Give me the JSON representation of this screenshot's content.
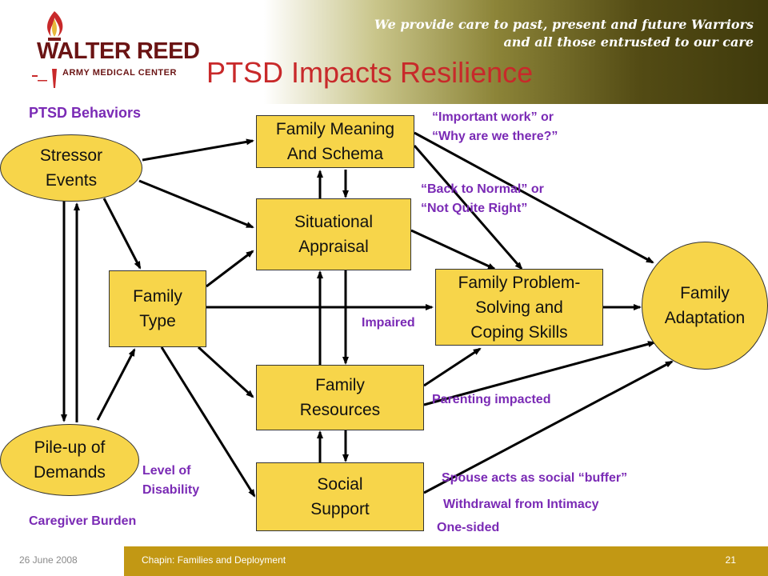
{
  "header": {
    "logo_name": "WALTER REED",
    "logo_sub": "ARMY MEDICAL CENTER",
    "motto_line1": "We provide care to past, present and future Warriors",
    "motto_line2": "and all those entrusted to our care"
  },
  "title": "PTSD Impacts Resilience",
  "nodes": {
    "stressor_events": "Stressor\nEvents",
    "pileup_demands": "Pile-up of\nDemands",
    "family_type": "Family\nType",
    "family_meaning": "Family Meaning\nAnd Schema",
    "situational_appraisal": "Situational\nAppraisal",
    "family_resources": "Family\nResources",
    "social_support": "Social\nSupport",
    "problem_solving": "Family Problem-\nSolving and\nCoping Skills",
    "family_adaptation": "Family\nAdaptation"
  },
  "annotations": {
    "ptsd_behaviors": "PTSD Behaviors",
    "important_work": "“Important work”  or\n“Why are we there?”",
    "back_to_normal": "“Back to Normal” or\n“Not Quite Right”",
    "impaired": "Impaired",
    "parenting": "Parenting impacted",
    "level_of_disability": "Level of\nDisability",
    "caregiver_burden": "Caregiver Burden",
    "spouse_buffer": "Spouse acts as social “buffer”",
    "withdrawal": "Withdrawal from Intimacy",
    "one_sided": "One-sided"
  },
  "footer": {
    "date": "26 June 2008",
    "text": "Chapin: Families and Deployment",
    "page": "21"
  },
  "colors": {
    "node_fill": "#f7d54a",
    "title": "#c8292a",
    "annotation": "#7a2ab5",
    "footer_bar": "#c29814"
  }
}
